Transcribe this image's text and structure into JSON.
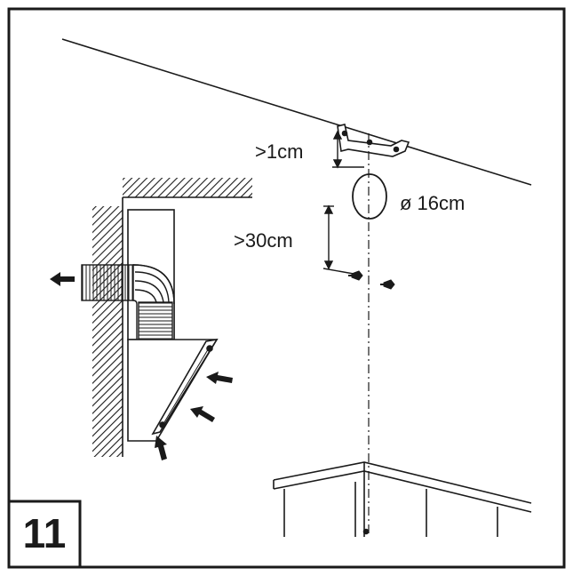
{
  "step_number": "11",
  "dimensions": {
    "ceiling_gap": ">1cm",
    "duct_diameter": "ø 16cm",
    "screw_gap": ">30cm"
  },
  "colors": {
    "ink": "#1a1a1a",
    "background": "#ffffff"
  },
  "icons": [
    "diameter-symbol",
    "airflow-arrow"
  ]
}
